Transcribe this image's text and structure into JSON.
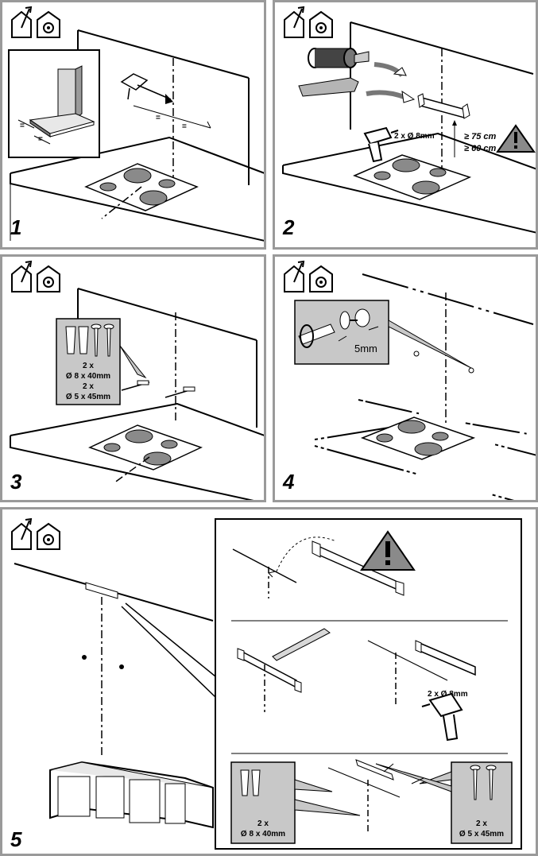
{
  "steps": [
    {
      "number": "1"
    },
    {
      "number": "2",
      "drill_label": "2 x Ø 8mm",
      "height_min_1": "≥ 75 cm",
      "height_min_2": "≥ 60 cm"
    },
    {
      "number": "3",
      "anchor_qty": "2 x",
      "anchor_size": "Ø 8 x 40mm",
      "screw_qty": "2 x",
      "screw_size": "Ø 5 x 45mm"
    },
    {
      "number": "4",
      "gap_label": "5mm"
    },
    {
      "number": "5",
      "drill_label": "2 x Ø 8mm",
      "anchor_qty": "2 x",
      "anchor_size": "Ø 8 x 40mm",
      "screw_qty": "2 x",
      "screw_size": "Ø 5 x 45mm"
    }
  ],
  "icons": [
    "outside-venting-icon",
    "recirculation-icon",
    "warning-icon"
  ],
  "colors": {
    "frame": "#9a9a9a",
    "burner": "#8a8a8a",
    "callout": "#c8c8c8",
    "warning": "#8a8a8a"
  }
}
